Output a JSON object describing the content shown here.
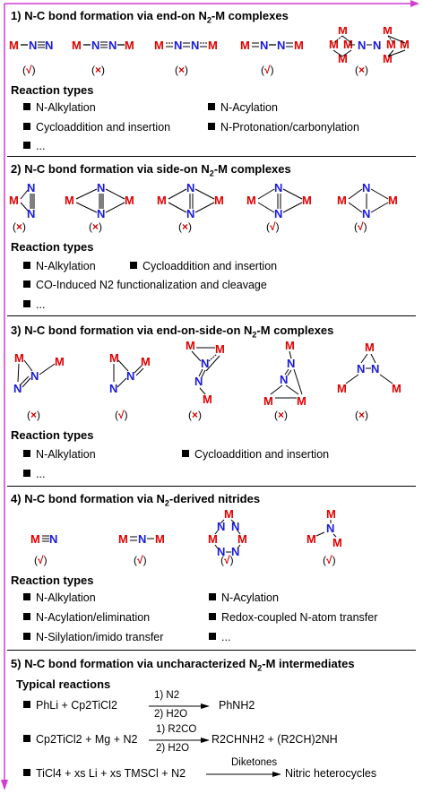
{
  "colors": {
    "metal": "#e00000",
    "nitrogen": "#1a1adc",
    "axis": "#d23cd2"
  },
  "sections": [
    {
      "num": "1)",
      "title_a": "N-C bond formation via end-on N",
      "title_sub": "2",
      "title_b": "-M complexes",
      "marks": [
        "(√)",
        "(×)",
        "(×)",
        "(√)",
        "(×)"
      ],
      "reaction_types_label": "Reaction types",
      "types": [
        "N-Alkylation",
        "N-Acylation",
        "Cycloaddition and insertion",
        "N-Protonation/carbonylation",
        "..."
      ]
    },
    {
      "num": "2)",
      "title_a": "N-C bond formation via side-on N",
      "title_sub": "2",
      "title_b": "-M complexes",
      "marks": [
        "(×)",
        "(×)",
        "(×)",
        "(√)",
        "(√)"
      ],
      "reaction_types_label": "Reaction types",
      "types": [
        "N-Alkylation",
        "Cycloaddition and insertion",
        "CO-Induced N2 functionalization and cleavage",
        "..."
      ]
    },
    {
      "num": "3)",
      "title_a": "N-C bond formation via end-on-side-on N",
      "title_sub": "2",
      "title_b": "-M complexes",
      "marks": [
        "(×)",
        "(√)",
        "(×)",
        "(×)",
        "(×)"
      ],
      "reaction_types_label": "Reaction types",
      "types": [
        "N-Alkylation",
        "Cycloaddition and insertion",
        "..."
      ]
    },
    {
      "num": "4)",
      "title_a": "N-C bond formation via N",
      "title_sub": "2",
      "title_b": "-derived nitrides",
      "marks": [
        "(√)",
        "(√)",
        "(√)",
        "(√)"
      ],
      "reaction_types_label": "Reaction types",
      "types": [
        "N-Alkylation",
        "N-Acylation",
        "N-Acylation/elimination",
        "Redox-coupled N-atom transfer",
        "N-Silylation/imido transfer",
        "..."
      ]
    },
    {
      "num": "5)",
      "title_a": "N-C bond formation via uncharacterized N",
      "title_sub": "2",
      "title_b": "-M intermediates",
      "typical_label": "Typical reactions",
      "reactions": [
        {
          "lhs": "PhLi  +  Cp2TiCl2",
          "above": "1) N2",
          "below": "2) H2O",
          "rhs": "PhNH2"
        },
        {
          "lhs": "Cp2TiCl2 + Mg + N2",
          "above": "1) R2CO",
          "below": "2) H2O",
          "rhs": "R2CHNH2 + (R2CH)2NH"
        },
        {
          "lhs": "TiCl4 + xs Li + xs TMSCl + N2",
          "above": "Diketones",
          "below": "",
          "rhs": "Nitric heterocycles"
        }
      ]
    }
  ]
}
